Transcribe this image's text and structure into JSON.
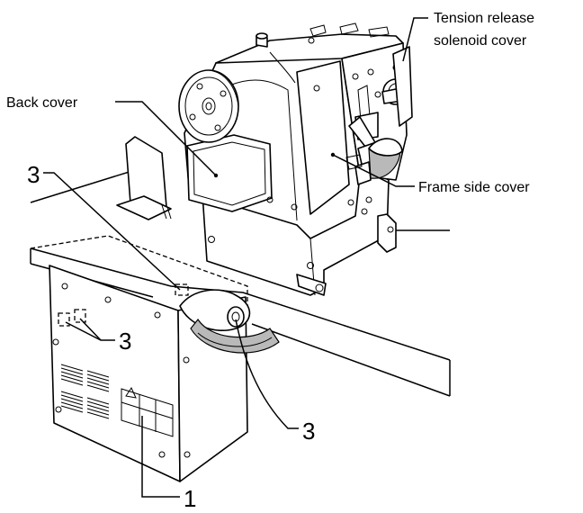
{
  "labels": {
    "tension_release_line1": "Tension release",
    "tension_release_line2": "solenoid cover",
    "back_cover": "Back cover",
    "frame_side_cover": "Frame side cover",
    "callout_3": "3",
    "callout_1": "1"
  }
}
